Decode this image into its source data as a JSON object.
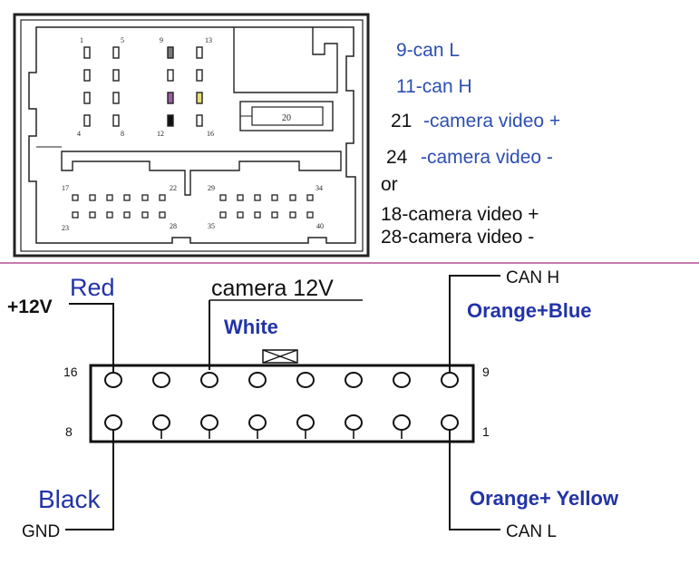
{
  "connector": {
    "pin_labels": {
      "p1": "1",
      "p5": "5",
      "p9": "9",
      "p13": "13",
      "p4": "4",
      "p8": "8",
      "p12": "12",
      "p16": "16",
      "p20": "20",
      "p17": "17",
      "p22": "22",
      "p29": "29",
      "p34": "34",
      "p23": "23",
      "p28": "28",
      "p35": "35",
      "p40": "40"
    },
    "pin_colors": {
      "pin9": "#7a7a7a",
      "pin11": "#9b5fa0",
      "pin13": "#e6de7a",
      "pin12": "#111111"
    }
  },
  "legend": {
    "line1": "9-can L",
    "line2": "11-can H",
    "line3_num": "21",
    "line3_text": "-camera video +",
    "line4_num": "24",
    "line4_text": "-camera video -",
    "or": "or",
    "line5": "18-camera video +",
    "line6": "28-camera video -",
    "blue_color": "#2d4fb0"
  },
  "plug": {
    "pin_left_top": "16",
    "pin_left_bottom": "8",
    "pin_right_top": "9",
    "pin_right_bottom": "1"
  },
  "wires": {
    "red_label": "Red",
    "plus12v": "+12V",
    "camera12v": "camera 12V",
    "white_label": "White",
    "can_h": "CAN  H",
    "orange_blue": "Orange+Blue",
    "black_label": "Black",
    "gnd": "GND",
    "orange_yellow": "Orange+ Yellow",
    "can_l": "CAN  L",
    "blue_color": "#2233a8",
    "divider_color": "#c47ab0"
  }
}
